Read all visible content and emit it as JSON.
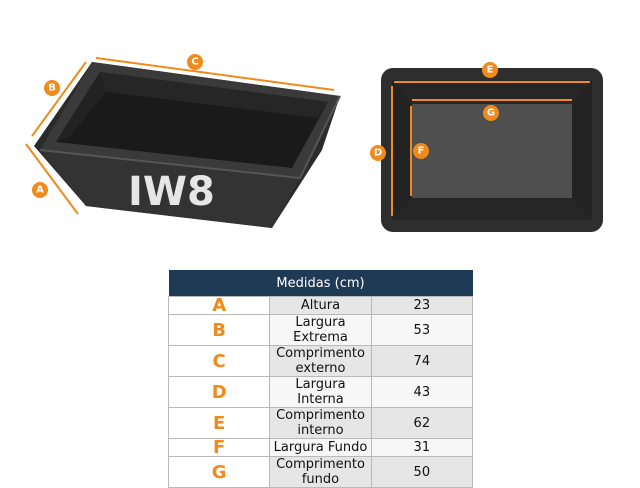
{
  "accent_color": "#f08a1c",
  "header_color": "#1e3a55",
  "product": {
    "brand_mark": "IW8"
  },
  "dimension_markers": {
    "A": "A",
    "B": "B",
    "C": "C",
    "D": "D",
    "E": "E",
    "F": "F",
    "G": "G"
  },
  "table": {
    "title": "Medidas (cm)",
    "rows": [
      {
        "letter": "A",
        "label": "Altura",
        "value": "23"
      },
      {
        "letter": "B",
        "label": "Largura Extrema",
        "value": "53"
      },
      {
        "letter": "C",
        "label": "Comprimento externo",
        "value": "74"
      },
      {
        "letter": "D",
        "label": "Largura Interna",
        "value": "43"
      },
      {
        "letter": "E",
        "label": "Comprimento interno",
        "value": "62"
      },
      {
        "letter": "F",
        "label": "Largura Fundo",
        "value": "31"
      },
      {
        "letter": "G",
        "label": "Comprimento fundo",
        "value": "50"
      }
    ]
  }
}
